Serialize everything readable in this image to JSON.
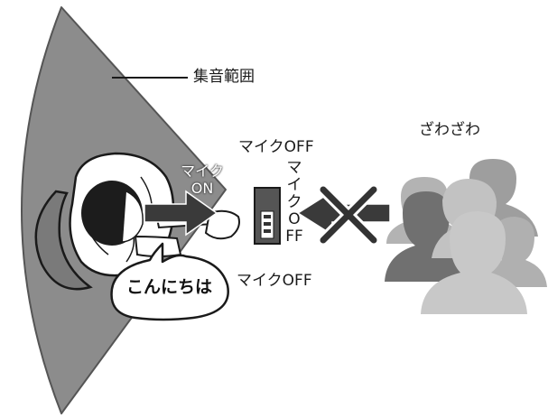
{
  "diagram": {
    "labels": {
      "pickup_range": "集音範囲",
      "noisy_crowd": "ざわざわ",
      "mic_on": "マイク",
      "mic_on_state": "ON",
      "mic_off_top": "マイクOFF",
      "mic_off_vertical": "マイクOFF",
      "mic_off_bottom": "マイクOFF",
      "speech_bubble": "こんにちは"
    },
    "colors": {
      "pickup_area": "#8c8c8c",
      "pickup_area_edge": "#555555",
      "speaker_arrow": "#3a3a3a",
      "block_cross": "#333333",
      "crowd": "#b3b3b3",
      "crowd_dark": "#707070",
      "microphone": "#555555"
    },
    "icons": {
      "speaker": "person-topview-icon",
      "microphone": "microphone-device-icon",
      "blocked": "cross-mark-icon",
      "crowd": "people-group-icon",
      "bubble": "speech-bubble-icon"
    }
  }
}
